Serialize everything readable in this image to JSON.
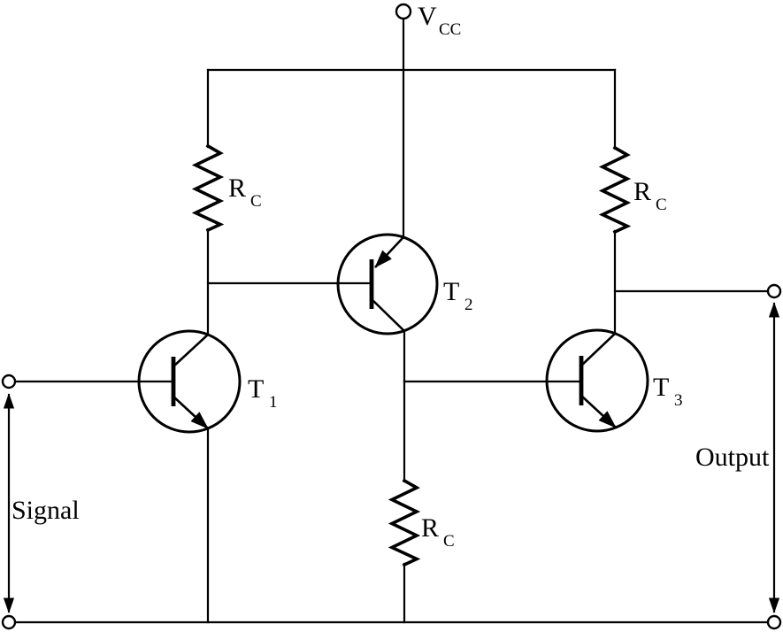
{
  "diagram": {
    "power_label": {
      "main": "V",
      "sub": "CC"
    },
    "input_label": "Signal",
    "output_label": "Output",
    "resistors": [
      {
        "position": "left",
        "main": "R",
        "sub": "C"
      },
      {
        "position": "right",
        "main": "R",
        "sub": "C"
      },
      {
        "position": "bottom-middle",
        "main": "R",
        "sub": "C"
      }
    ],
    "transistors": [
      {
        "main": "T",
        "sub": "1",
        "type": "NPN"
      },
      {
        "main": "T",
        "sub": "2",
        "type": "PNP"
      },
      {
        "main": "T",
        "sub": "3",
        "type": "NPN"
      }
    ],
    "colors": {
      "stroke": "#000000",
      "background": "#ffffff"
    }
  }
}
